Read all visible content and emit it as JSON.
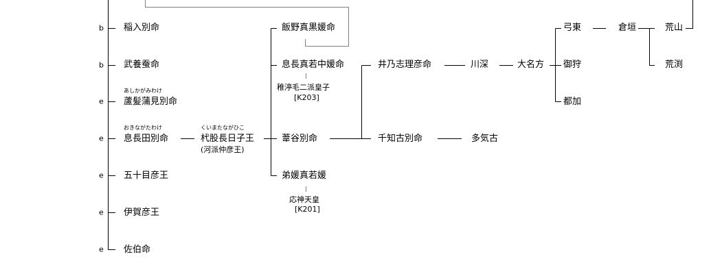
{
  "markers": [
    "b",
    "b",
    "e",
    "e",
    "e",
    "e",
    "e"
  ],
  "col1": [
    "稲入別命",
    "武養蚕命",
    "蘆髪蒲見別命",
    "息長田別命",
    "五十目彦王",
    "伊賀彦王",
    "佐伯命"
  ],
  "ruby": {
    "ashikagami": "あしかがみわけ",
    "okinagata": "おきながたわけ",
    "kuimata": "くいまたながひこ"
  },
  "col2": {
    "name": "杙股長日子王",
    "alias": "(河派仲彦王)"
  },
  "col3": [
    "飯野真黒媛命",
    "息長真若中媛命",
    "葦谷別命",
    "弟媛真若媛"
  ],
  "spouse1": {
    "name": "稚渟毛二派皇子",
    "code": "[K203]"
  },
  "spouse2": {
    "name": "応神天皇",
    "code": "[K201]"
  },
  "col4": [
    "井乃志理彦命",
    "千知古別命"
  ],
  "chain1": [
    "川深",
    "大名方"
  ],
  "chain2": [
    "多気古"
  ],
  "col5": [
    "弓東",
    "御狩",
    "都加"
  ],
  "kuragaki": "倉垣",
  "col6": [
    "荒山",
    "荒渕"
  ]
}
